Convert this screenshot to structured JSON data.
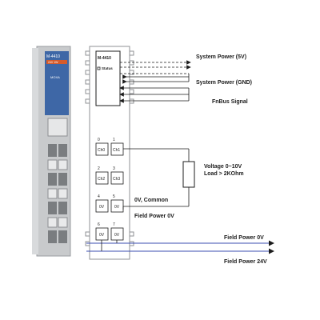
{
  "module": {
    "model": "M-4410",
    "model_sub": "24V 1W",
    "brand": "MOXA"
  },
  "status_block": {
    "model": "M-4410",
    "status_label": "Status"
  },
  "labels": {
    "system_power_5v": "System Power (5V)",
    "system_power_gnd": "System Power (GND)",
    "fnbus_signal": "FnBus Signal",
    "voltage_range": "Voltage 0~10V",
    "load": "Load > 2KOhm",
    "zero_v_common": "0V, Common",
    "field_power_0v_inner": "Field Power 0V",
    "field_power_0v": "Field Power 0V",
    "field_power_24v": "Field Power 24V"
  },
  "channels": [
    {
      "num": "0",
      "label": "Ch0"
    },
    {
      "num": "1",
      "label": "Ch1"
    },
    {
      "num": "2",
      "label": "Ch2"
    },
    {
      "num": "3",
      "label": "Ch3"
    },
    {
      "num": "4",
      "label": "0V"
    },
    {
      "num": "5",
      "label": "0V"
    },
    {
      "num": "6",
      "label": "0V"
    },
    {
      "num": "7",
      "label": "0V"
    }
  ],
  "colors": {
    "module_gray": "#c8cacc",
    "module_dark": "#6f7275",
    "module_blue": "#3e67a6",
    "wire": "#1c1c1c",
    "field_0v_line": "#3d4fb0",
    "field_24v_line": "#3d4fb0"
  }
}
